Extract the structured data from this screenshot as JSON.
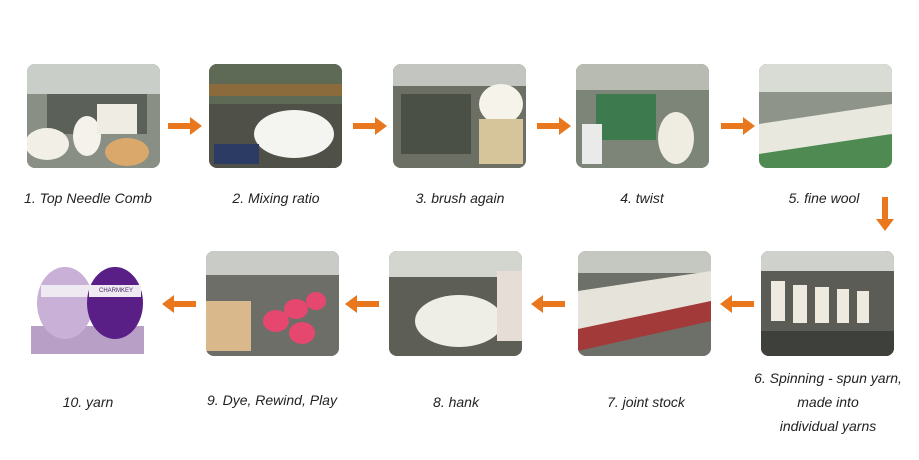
{
  "steps": [
    {
      "label": "1. Top Needle Comb"
    },
    {
      "label": "2. Mixing ratio"
    },
    {
      "label": "3. brush again"
    },
    {
      "label": "4. twist"
    },
    {
      "label": "5. fine wool"
    },
    {
      "label_lines": [
        "6. Spinning - spun yarn,",
        "made into",
        "individual yarns"
      ]
    },
    {
      "label": "7. joint stock"
    },
    {
      "label": "8. hank"
    },
    {
      "label": "9. Dye, Rewind, Play"
    },
    {
      "label": "10. yarn"
    }
  ],
  "yarn_brand": "CHARMKEY",
  "colors": {
    "arrow": "#e8771d"
  }
}
